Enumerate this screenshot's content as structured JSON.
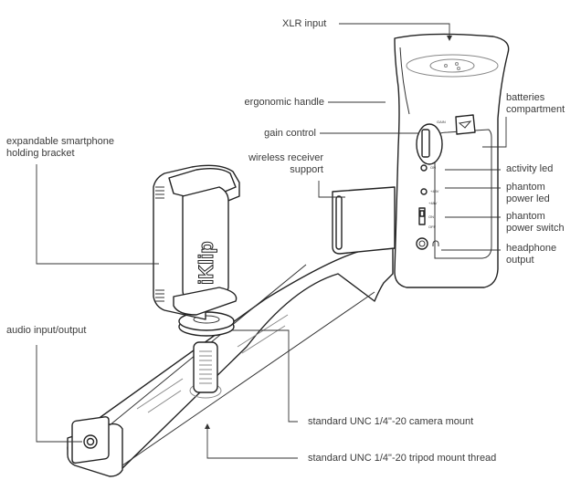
{
  "diagram": {
    "brand_text": "iKlip",
    "handle_markings": {
      "gain": "GAIN",
      "activity_on": "ON",
      "phantom_led": "+48V",
      "switch_top": "+48V",
      "switch_mid": "ON",
      "switch_bottom": "OFF"
    },
    "labels": {
      "xlr_input": "XLR input",
      "ergonomic_handle": "ergonomic handle",
      "gain_control": "gain control",
      "wireless_receiver_support": "wireless receiver\nsupport",
      "batteries_compartment": "batteries\ncompartment",
      "activity_led": "activity led",
      "phantom_power_led": "phantom\npower led",
      "phantom_power_switch": "phantom\npower switch",
      "headphone_output": "headphone\noutput",
      "smartphone_bracket": "expandable smartphone\nholding bracket",
      "audio_io": "audio input/output",
      "camera_mount": "standard UNC 1/4\"-20 camera mount",
      "tripod_thread": "standard UNC 1/4\"-20 tripod mount thread"
    }
  }
}
